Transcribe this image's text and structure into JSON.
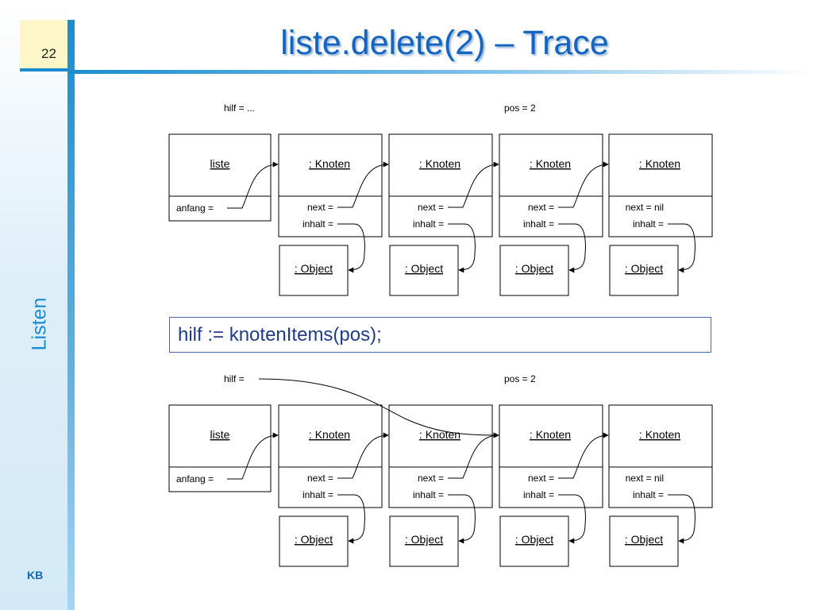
{
  "slide": {
    "page_number": "22",
    "title": "liste.delete(2) – Trace",
    "side_label": "Listen",
    "footer": "KB",
    "code_line": "hilf := knotenItems(pos);"
  },
  "diagrams": [
    {
      "hilf_label": "hilf  =  ...",
      "pos_label": "pos  =  2",
      "list": {
        "title": "liste",
        "field": "anfang  ="
      },
      "nodes": [
        {
          "title": ": Knoten",
          "next": "next  =",
          "inhalt": "inhalt  =",
          "object": ": Object"
        },
        {
          "title": ": Knoten",
          "next": "next  =",
          "inhalt": "inhalt  =",
          "object": ": Object"
        },
        {
          "title": ": Knoten",
          "next": "next  =",
          "inhalt": "inhalt  =",
          "object": ": Object"
        },
        {
          "title": ": Knoten",
          "next": "next  =  nil",
          "inhalt": "inhalt  =",
          "object": ": Object"
        }
      ]
    },
    {
      "hilf_label": "hilf  =",
      "pos_label": "pos  =  2",
      "list": {
        "title": "liste",
        "field": "anfang  ="
      },
      "nodes": [
        {
          "title": ": Knoten",
          "next": "next  =",
          "inhalt": "inhalt  =",
          "object": ": Object"
        },
        {
          "title": ": Knoten",
          "next": "next  =",
          "inhalt": "inhalt  =",
          "object": ": Object"
        },
        {
          "title": ": Knoten",
          "next": "next  =",
          "inhalt": "inhalt  =",
          "object": ": Object"
        },
        {
          "title": ": Knoten",
          "next": "next  =  nil",
          "inhalt": "inhalt  =",
          "object": ": Object"
        }
      ]
    }
  ]
}
